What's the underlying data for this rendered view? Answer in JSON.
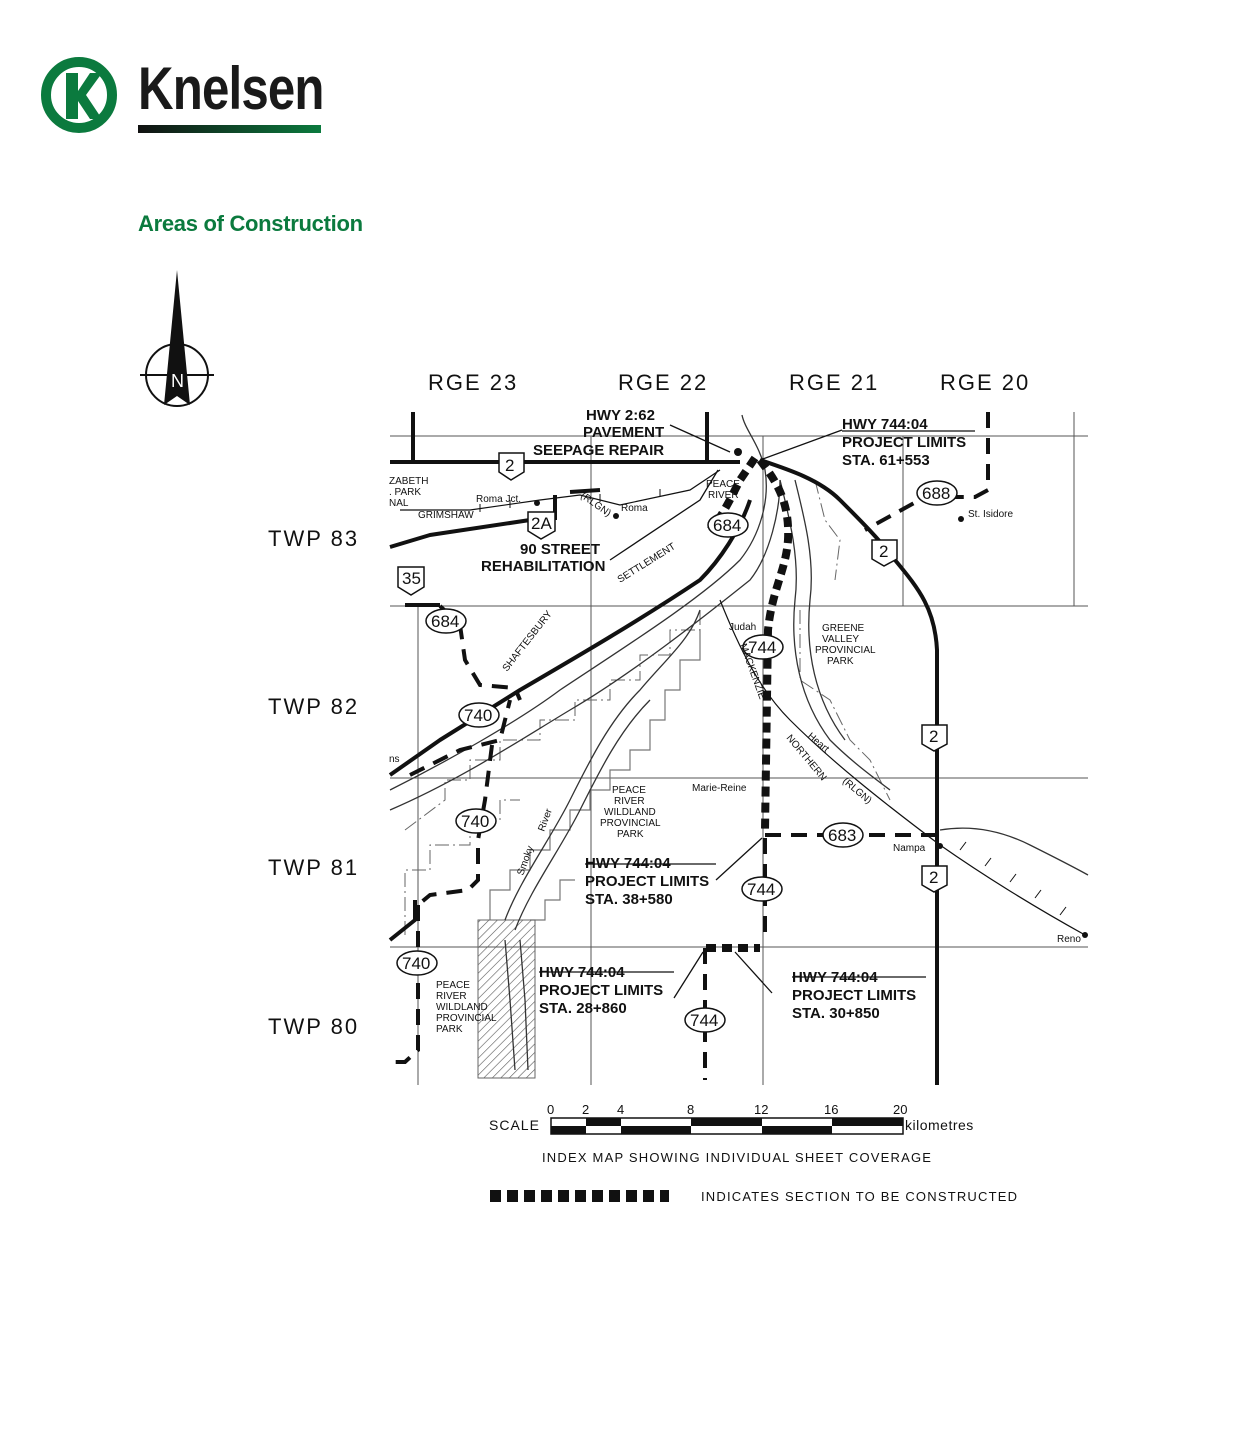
{
  "header": {
    "logo_text": "Knelsen",
    "brand_color": "#0b7a3e"
  },
  "section_title": "Areas of Construction",
  "compass": {
    "north_label": "N"
  },
  "ranges": [
    "RGE 23",
    "RGE 22",
    "RGE 21",
    "RGE 20"
  ],
  "townships": [
    "TWP 83",
    "TWP 82",
    "TWP 81",
    "TWP 80"
  ],
  "annotations": {
    "hwy2_line1": "HWY 2:62",
    "hwy2_line2": "PAVEMENT",
    "hwy2_line3": "SEEPAGE REPAIR",
    "pl61_line1": "HWY 744:04",
    "pl61_line2": "PROJECT LIMITS",
    "pl61_line3": "STA. 61+553",
    "street90_line1": "90 STREET",
    "street90_line2": "REHABILITATION",
    "pl38_line1": "HWY 744:04",
    "pl38_line2": "PROJECT LIMITS",
    "pl38_line3": "STA. 38+580",
    "pl28_line1": "HWY 744:04",
    "pl28_line2": "PROJECT LIMITS",
    "pl28_line3": "STA. 28+860",
    "pl30_line1": "HWY 744:04",
    "pl30_line2": "PROJECT LIMITS",
    "pl30_line3": "STA. 30+850"
  },
  "places": {
    "elizabeth_1": "ZABETH",
    "elizabeth_2": ". PARK",
    "elizabeth_3": "NAL",
    "grimshaw": "GRIMSHAW",
    "roma_jct": "Roma Jct.",
    "roma": "Roma",
    "peace_river_1": "PEACE",
    "peace_river_2": "RIVER",
    "st_isidore": "St. Isidore",
    "settlement": "SETTLEMENT",
    "shaftesbury": "SHAFTESBURY",
    "rlgn": "(RLGN)",
    "judah": "Judah",
    "mackenzie": "MACKENZIE",
    "greene_1": "GREENE",
    "greene_2": "VALLEY",
    "greene_3": "PROVINCIAL",
    "greene_4": "PARK",
    "heart": "Heart",
    "northern": "NORTHERN",
    "rlgn2": "(RLGN)",
    "ns": "ns",
    "peace_wild_1": "PEACE",
    "peace_wild_2": "RIVER",
    "peace_wild_3": "WILDLAND",
    "peace_wild_4": "PROVINCIAL",
    "peace_wild_5": "PARK",
    "marie_reine": "Marie-Reine",
    "smoky": "Smoky",
    "river": "River",
    "nampa": "Nampa",
    "reno": "Reno",
    "peace_low_1": "PEACE",
    "peace_low_2": "RIVER",
    "peace_low_3": "WILDLAND",
    "peace_low_4": "PROVINCIAL",
    "peace_low_5": "PARK"
  },
  "highway_shields": {
    "h2_a": "2",
    "h2a": "2A",
    "h35": "35",
    "h684_a": "684",
    "h684_b": "684",
    "h688": "688",
    "h2_b": "2",
    "h744_a": "744",
    "h740_a": "740",
    "h2_c": "2",
    "h740_b": "740",
    "h683": "683",
    "h2_d": "2",
    "h744_b": "744",
    "h740_c": "740",
    "h744_c": "744"
  },
  "scale": {
    "label": "SCALE",
    "ticks": [
      "0",
      "2",
      "4",
      "8",
      "12",
      "16",
      "20"
    ],
    "unit": "kilometres",
    "caption": "INDEX MAP SHOWING INDIVIDUAL SHEET COVERAGE"
  },
  "legend": {
    "text": "INDICATES SECTION TO BE CONSTRUCTED"
  }
}
